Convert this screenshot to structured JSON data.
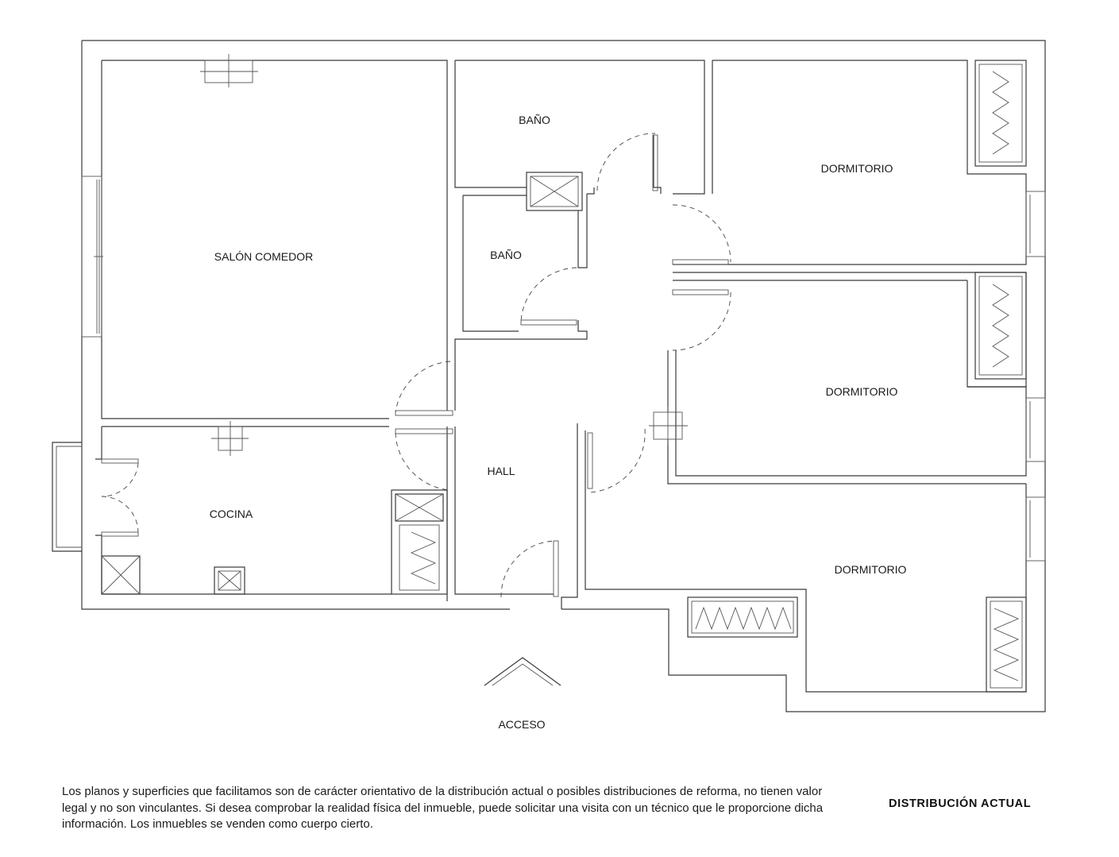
{
  "rooms": {
    "salon": "SALÓN COMEDOR",
    "bano_1": "BAÑO",
    "bano_2": "BAÑO",
    "dormitorio_1": "DORMITORIO",
    "dormitorio_2": "DORMITORIO",
    "dormitorio_3": "DORMITORIO",
    "hall": "HALL",
    "cocina": "COCINA"
  },
  "entrance_label": "ACCESO",
  "disclaimer": "Los planos y superficies que facilitamos son de carácter orientativo de la distribución actual o posibles distribuciones de reforma, no tienen valor legal y no son vinculantes. Si desea comprobar la realidad física del inmueble, puede solicitar una visita con un técnico que le proporcione dicha información. Los inmuebles se venden como cuerpo cierto.",
  "plan_status": "DISTRIBUCIÓN ACTUAL"
}
